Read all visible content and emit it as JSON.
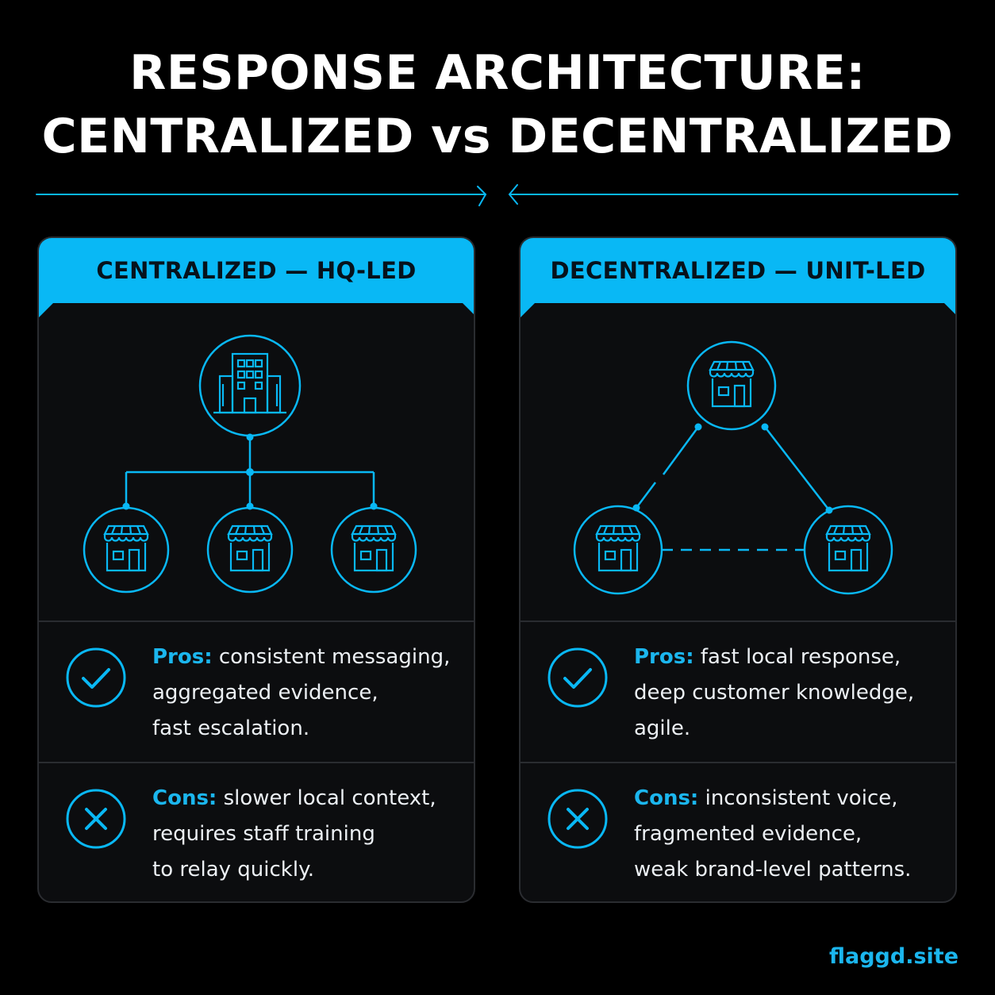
{
  "title": {
    "line1": "RESPONSE ARCHITECTURE:",
    "line2": "CENTRALIZED vs DECENTRALIZED"
  },
  "colors": {
    "accent": "#09b8f5",
    "background": "#000000",
    "panel": "#0c0d0f",
    "panel_border": "#2a2c30"
  },
  "panels": [
    {
      "header": "CENTRALIZED — HQ-LED",
      "diagram": {
        "type": "hierarchy",
        "root_icon": "office-building-icon",
        "child_icons": [
          "storefront-icon",
          "storefront-icon",
          "storefront-icon"
        ]
      },
      "pros": {
        "icon": "checkmark-circle-icon",
        "label": "Pros:",
        "line1": "consistent messaging,",
        "line2": "aggregated evidence,",
        "line3": "fast escalation."
      },
      "cons": {
        "icon": "x-circle-icon",
        "label": "Cons:",
        "line1": "slower local context,",
        "line2": "requires staff training",
        "line3": "to relay quickly."
      }
    },
    {
      "header": "DECENTRALIZED — UNIT-LED",
      "diagram": {
        "type": "network",
        "node_icons": [
          "storefront-icon",
          "storefront-icon",
          "storefront-icon"
        ]
      },
      "pros": {
        "icon": "checkmark-circle-icon",
        "label": "Pros:",
        "line1": "fast local response,",
        "line2": "deep customer knowledge,",
        "line3": "agile."
      },
      "cons": {
        "icon": "x-circle-icon",
        "label": "Cons:",
        "line1": "inconsistent voice,",
        "line2": "fragmented evidence,",
        "line3": "weak brand-level patterns."
      }
    }
  ],
  "footer": "flaggd.site"
}
